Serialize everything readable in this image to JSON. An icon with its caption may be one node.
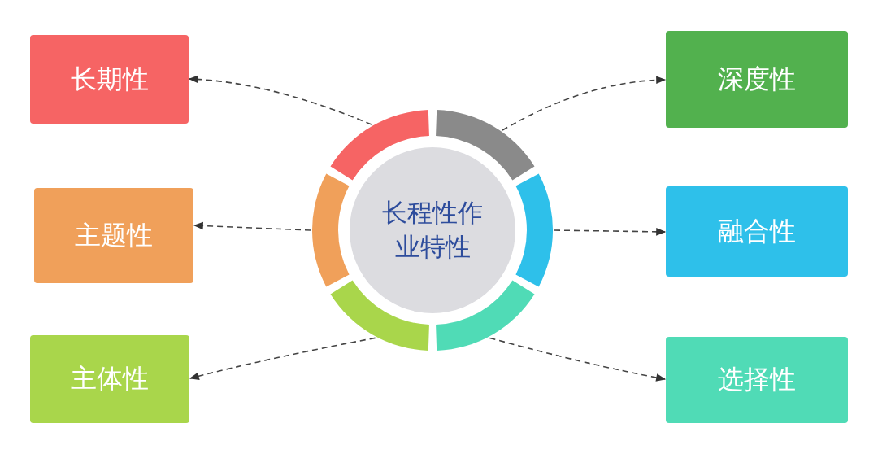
{
  "diagram": {
    "nodes": [
      {
        "text": [
          "长程性作业特性"
        ]
      },
      {
        "text": [
          "长期性"
        ]
      },
      {
        "text": [
          "深度性"
        ]
      },
      {
        "text": [
          "主题性"
        ]
      },
      {
        "text": [
          "融合性"
        ]
      },
      {
        "text": [
          "主体性"
        ]
      },
      {
        "text": [
          "选择性"
        ]
      }
    ],
    "edges": [
      {
        "from": 0,
        "to": 1,
        "arrow": "to",
        "style": "dashed"
      },
      {
        "from": 0,
        "to": 2,
        "arrow": "to",
        "style": "dashed"
      },
      {
        "from": 0,
        "to": 3,
        "arrow": "to",
        "style": "dashed"
      },
      {
        "from": 0,
        "to": 4,
        "arrow": "to",
        "style": "dashed"
      },
      {
        "from": 0,
        "to": 5,
        "arrow": "to",
        "style": "dashed"
      },
      {
        "from": 0,
        "to": 6,
        "arrow": "to",
        "style": "dashed"
      }
    ]
  }
}
